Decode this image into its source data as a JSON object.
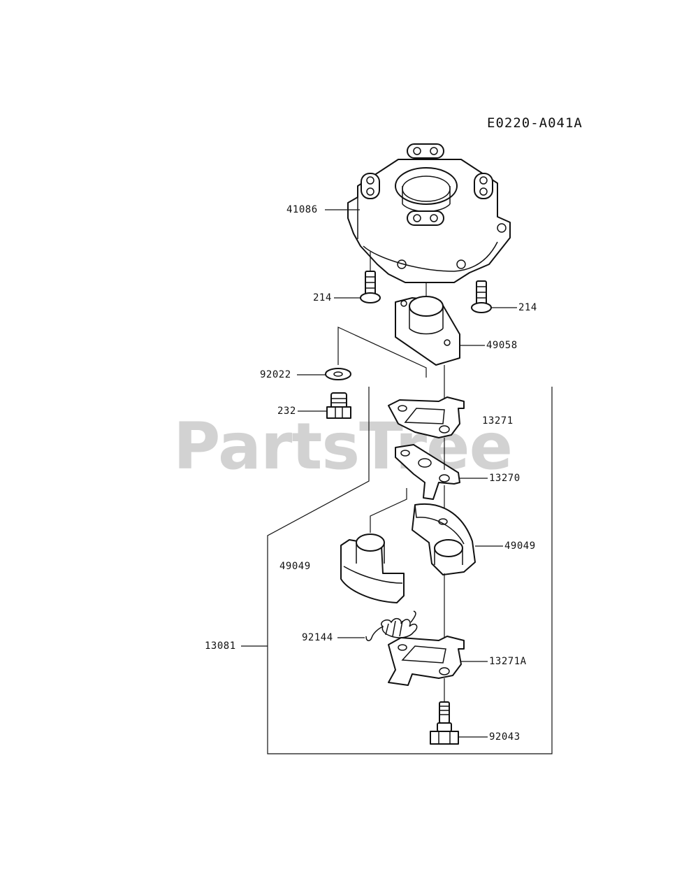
{
  "diagram_code": "E0220-A041A",
  "watermark": "PartsTree",
  "callouts": {
    "p41086": "41086",
    "p214_left": "214",
    "p214_right": "214",
    "p49058": "49058",
    "p92022": "92022",
    "p232": "232",
    "p13271": "13271",
    "p13270": "13270",
    "p49049_right": "49049",
    "p49049_left": "49049",
    "p92144": "92144",
    "p13081": "13081",
    "p13271A": "13271A",
    "p92043": "92043"
  }
}
